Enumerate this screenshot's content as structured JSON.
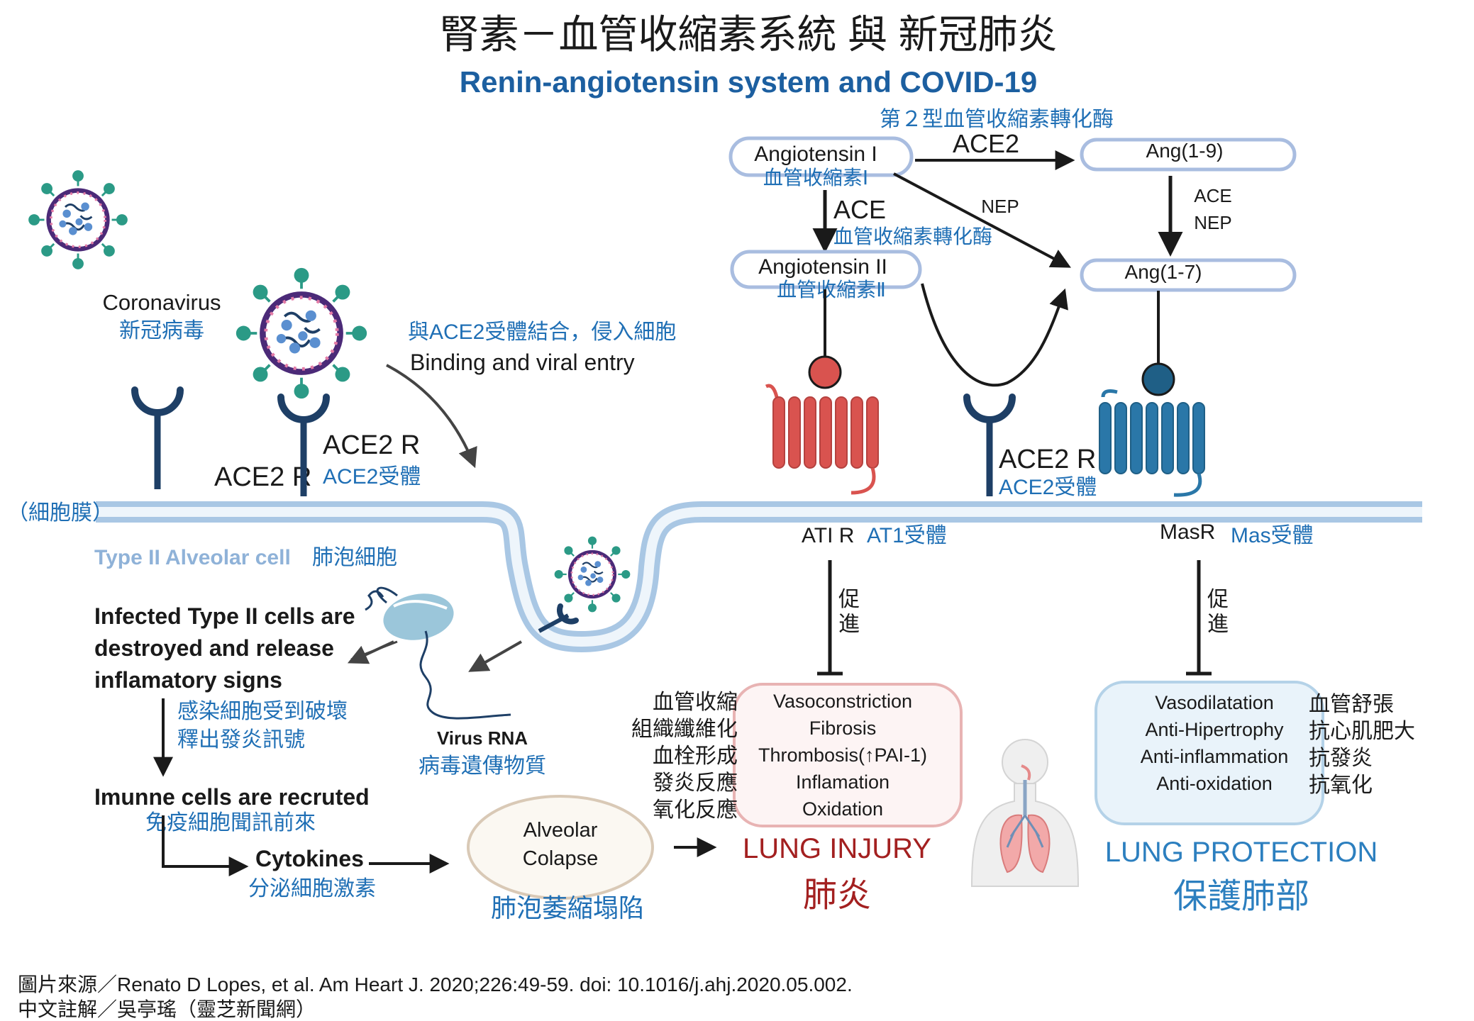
{
  "title": {
    "zh": "腎素－血管收縮素系統 與 新冠肺炎",
    "en": "Renin-angiotensin system and  COVID-19"
  },
  "coronavirus": {
    "en": "Coronavirus",
    "zh": "新冠病毒"
  },
  "ace2r_left": {
    "en": "ACE2 R"
  },
  "ace2r_mid": {
    "en": "ACE2 R",
    "zh": "ACE2受體"
  },
  "ace2r_right": {
    "en": "ACE2 R",
    "zh": "ACE2受體"
  },
  "binding": {
    "zh": "與ACE2受體結合，侵入細胞",
    "en": "Binding and viral entry"
  },
  "membrane_label": "（細胞膜）",
  "cell_label": {
    "en": "Type II Alveolar cell",
    "zh": "肺泡細胞"
  },
  "infected": {
    "en_lines": [
      "Infected Type II cells are",
      "destroyed and  release",
      "inflamatory signs"
    ],
    "zh_lines": [
      "感染細胞受到破壞",
      "釋出發炎訊號"
    ]
  },
  "immune": {
    "en": "Imunne cells are recruted",
    "zh": "免疫細胞聞訊前來"
  },
  "cytokines": {
    "en": "Cytokines",
    "zh": "分泌細胞激素"
  },
  "virus_rna": {
    "en": "Virus RNA",
    "zh": "病毒遺傳物質"
  },
  "alveolar_collapse": {
    "en_lines": [
      "Alveolar",
      "Colapse"
    ],
    "zh": "肺泡萎縮塌陷"
  },
  "ras": {
    "ace2_zh": "第２型血管收縮素轉化酶",
    "ace2": "ACE2",
    "ang1": {
      "en": "Angiotensin I",
      "zh": "血管收縮素Ⅰ"
    },
    "ang19": "Ang(1-9)",
    "ang17": "Ang(1-7)",
    "ace": "ACE",
    "ace_zh": "血管收縮素轉化酶",
    "nep": "NEP",
    "ace_right": "ACE",
    "nep_right": "NEP",
    "ang2": {
      "en": "Angiotensin II",
      "zh": "血管收縮素Ⅱ"
    }
  },
  "at1r": {
    "en": "ATI R",
    "zh": "AT1受體",
    "promote_chars": [
      "促",
      "進"
    ]
  },
  "masr": {
    "en": "MasR",
    "zh": "Mas受體",
    "promote_chars": [
      "促",
      "進"
    ]
  },
  "injury": {
    "zh_items": [
      "血管收縮",
      "組織纖維化",
      "血栓形成",
      "發炎反應",
      "氧化反應"
    ],
    "en_items": [
      "Vasoconstriction",
      "Fibrosis",
      "Thrombosis(↑PAI-1)",
      "Inflamation",
      "Oxidation"
    ],
    "title_en": "LUNG INJURY",
    "title_zh": "肺炎"
  },
  "protection": {
    "en_items": [
      "Vasodilatation",
      "Anti-Hipertrophy",
      "Anti-inflammation",
      "Anti-oxidation"
    ],
    "zh_items": [
      "血管舒張",
      "抗心肌肥大",
      "抗發炎",
      "抗氧化"
    ],
    "title_en": "LUNG PROTECTION",
    "title_zh": "保護肺部"
  },
  "footer": {
    "line1": "圖片來源／Renato D Lopes, et al. Am Heart J. 2020;226:49-59.  doi: 10.1016/j.ahj.2020.05.002.",
    "line2": "中文註解／吳亭瑤（靈芝新聞網）"
  },
  "colors": {
    "blue_text": "#1f6fb5",
    "title_blue": "#1c5fa0",
    "membrane": "#a9c7e4",
    "receptor_navy": "#1e3f66",
    "at1_red": "#d9534f",
    "mas_blue": "#2a77a8",
    "injury_red": "#a32020",
    "protection_blue": "#2c7fbf"
  }
}
